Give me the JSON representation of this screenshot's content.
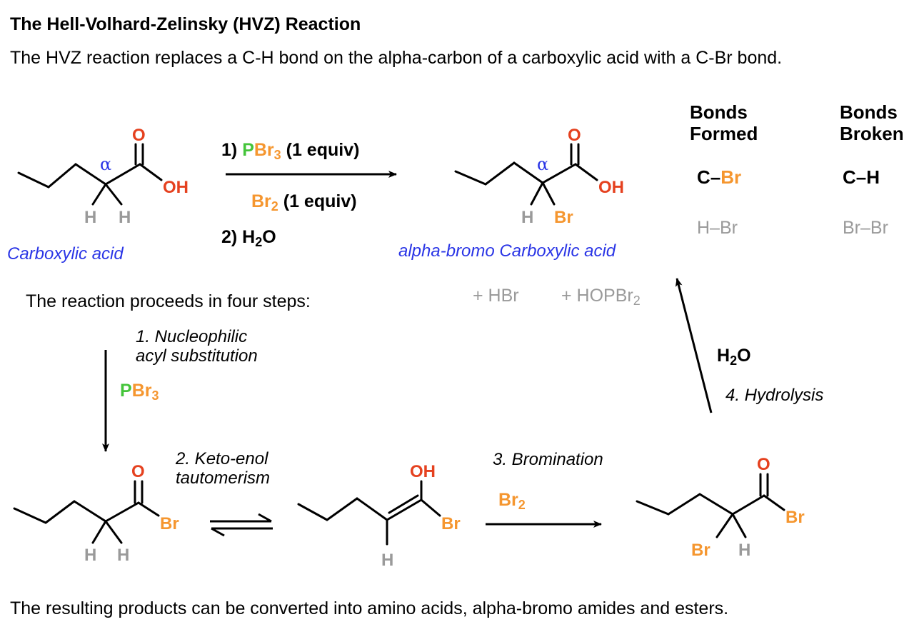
{
  "title": "The Hell-Volhard-Zelinsky (HVZ) Reaction",
  "intro": "The HVZ reaction replaces a C-H bond on the alpha-carbon of a carboxylic acid with a C-Br bond.",
  "footer": "The resulting products can be converted into amino acids, alpha-bromo amides and esters.",
  "colors": {
    "oxygen": "#e5411f",
    "bromine": "#f5962f",
    "phosphorus": "#44c43a",
    "label_blue": "#2a35e6",
    "gray": "#9a9a9a"
  },
  "atoms": {
    "O": "O",
    "OH": "OH",
    "H": "H",
    "Br": "Br",
    "alpha": "α"
  },
  "overall": {
    "reagent_step1_num": "1)",
    "reagent_step1_P": "P",
    "reagent_step1_Br": "Br",
    "reagent_step1_sub": "3",
    "reagent_step1_equiv": " (1 equiv)",
    "reagent_br2": "Br",
    "reagent_br2_sub": "2",
    "reagent_br2_equiv": " (1 equiv)",
    "reagent_step2_num": "2) H",
    "reagent_step2_sub": "2",
    "reagent_step2_O": "O",
    "start_label": "Carboxylic acid",
    "product_label": "alpha-bromo Carboxylic acid",
    "byproduct_1": "+ HBr",
    "byproduct_2": "+ HOPBr",
    "byproduct_2_sub": "2"
  },
  "bonds_table": {
    "formed_header_1": "Bonds",
    "formed_header_2": "Formed",
    "broken_header_1": "Bonds",
    "broken_header_2": "Broken",
    "formed_1_C": "C–",
    "formed_1_Br": "Br",
    "formed_2": "H–Br",
    "broken_1": "C–H",
    "broken_2": "Br–Br"
  },
  "mechanism": {
    "intro": "The reaction proceeds in four steps:",
    "step1_line1": "1. Nucleophilic",
    "step1_line2": "acyl substitution",
    "step1_P": "P",
    "step1_Br": "Br",
    "step1_sub": "3",
    "step2_line1": "2. Keto-enol",
    "step2_line2": "tautomerism",
    "step3_label": "3. Bromination",
    "step3_Br": "Br",
    "step3_sub": "2",
    "step4_label": "4. Hydrolysis",
    "step4_H": "H",
    "step4_sub": "2",
    "step4_O": "O"
  }
}
